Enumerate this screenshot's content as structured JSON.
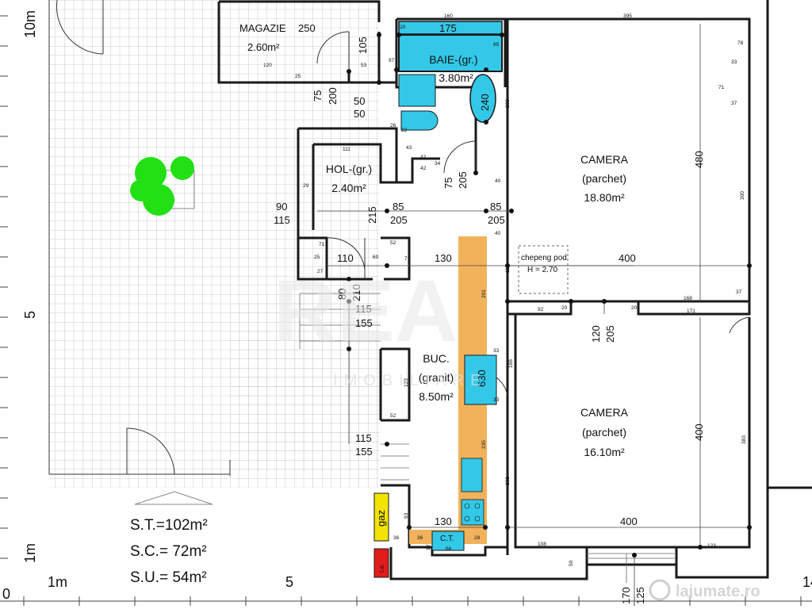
{
  "colors": {
    "wall": "#1a1a1a",
    "bath": "#33c8e8",
    "kitchen": "#f2b25c",
    "plant": "#22e014",
    "gas": "#f2e400",
    "electric": "#e21b1b",
    "grid": "#bdbdbd"
  },
  "rooms": {
    "magazie": {
      "name": "MAGAZIE",
      "code": "250",
      "area": "2.60m²"
    },
    "baie": {
      "name": "BAIE-(gr.)",
      "area": "3.80m²"
    },
    "hol": {
      "name": "HOL-(gr.)",
      "area": "2.40m²"
    },
    "buc": {
      "name": "BUC.",
      "finish": "(granit)",
      "area": "8.50m²"
    },
    "camera1": {
      "name": "CAMERA",
      "finish": "(parchet)",
      "area": "18.80m²"
    },
    "camera2": {
      "name": "CAMERA",
      "finish": "(parchet)",
      "area": "16.10m²"
    },
    "ct": "C.T."
  },
  "labels": {
    "gaz": "gaz",
    "te": "t.e.",
    "chepeng": "chepeng pod",
    "chepeng_h": "H = 2.70",
    "watermark": "lajumate.ro",
    "logo": "REA",
    "logo_sub": "IMOBILIARE"
  },
  "summary": {
    "st": "S.T.=102m²",
    "sc": "S.C.=  72m²",
    "su": "S.U.=  54m²"
  },
  "axis": {
    "y_top": "10m",
    "y_mid": "5",
    "y_bottom": "1m",
    "x_zero": "0",
    "x_one": "1m",
    "x_five": "5",
    "x_end": "14"
  },
  "dimensions": {
    "large": [
      "175",
      "105",
      "75",
      "200",
      "50",
      "50",
      "240",
      "90",
      "115",
      "215",
      "85",
      "205",
      "75",
      "205",
      "85",
      "205",
      "480",
      "110",
      "80",
      "210",
      "130",
      "400",
      "115",
      "155",
      "120",
      "205",
      "630",
      "115",
      "155",
      "400",
      "130",
      "400",
      "170",
      "125"
    ],
    "small": [
      "160",
      "395",
      "120",
      "53",
      "97",
      "25",
      "85",
      "20",
      "78",
      "33",
      "71",
      "37",
      "283",
      "111",
      "29",
      "22",
      "26",
      "43",
      "42",
      "42",
      "34",
      "40",
      "300",
      "40",
      "71",
      "25",
      "60",
      "71",
      "52",
      "27",
      "111",
      "201",
      "92",
      "20",
      "20",
      "168",
      "171",
      "37",
      "36",
      "33",
      "33",
      "166",
      "123",
      "52",
      "235",
      "232",
      "383",
      "93",
      "36",
      "66",
      "28",
      "12",
      "108",
      "50",
      "123"
    ]
  }
}
